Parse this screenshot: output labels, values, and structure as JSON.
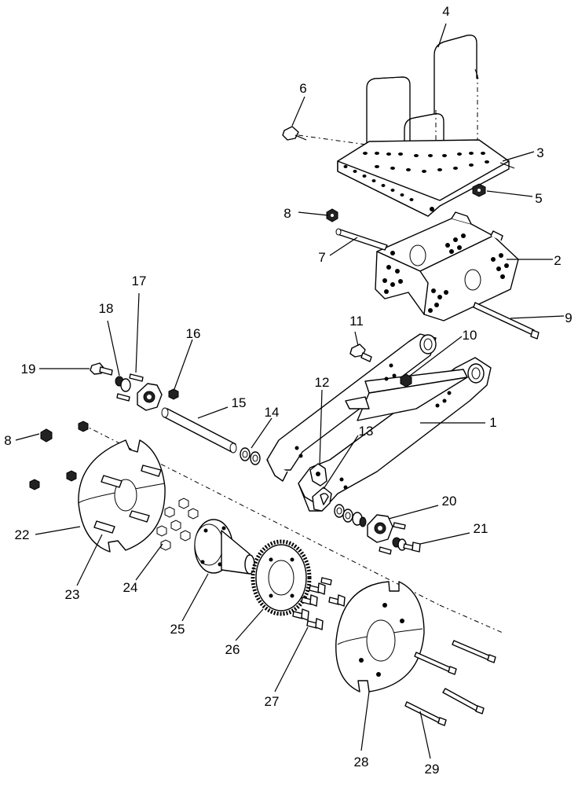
{
  "callouts": {
    "c1": "1",
    "c2": "2",
    "c3": "3",
    "c4": "4",
    "c5": "5",
    "c6": "6",
    "c7": "7",
    "c8a": "8",
    "c8b": "8",
    "c9": "9",
    "c10": "10",
    "c11": "11",
    "c12": "12",
    "c13": "13",
    "c14": "14",
    "c15": "15",
    "c16": "16",
    "c17": "17",
    "c18": "18",
    "c19": "19",
    "c20": "20",
    "c21": "21",
    "c22": "22",
    "c23": "23",
    "c24": "24",
    "c25": "25",
    "c26": "26",
    "c27": "27",
    "c28": "28",
    "c29": "29"
  }
}
